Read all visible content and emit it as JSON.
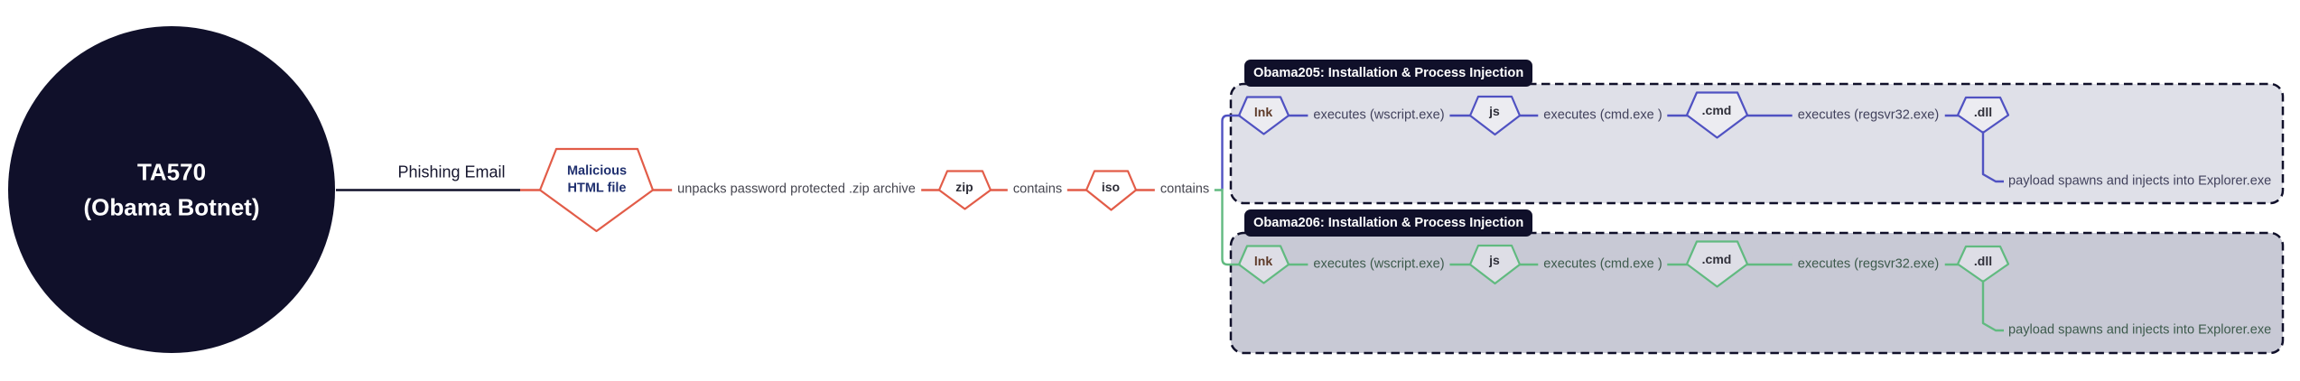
{
  "colors": {
    "background": "#ffffff",
    "white": "#ffffff",
    "dark_navy": "#10102a",
    "salmon": "#e25c48",
    "purple": "#5052c2",
    "green": "#61ba80",
    "group1_bg": "#dfe0e8",
    "group2_bg": "#c8c9d5",
    "navy_text": "#20306f",
    "brown_text": "#5e3a28",
    "diamond_text": "#30303a",
    "edge_label": "#45454f",
    "edge_label_purple": "#41415c",
    "edge_label_green": "#3d5a4c",
    "phishing_label_color": "#16162e"
  },
  "actor": {
    "name_line1": "TA570",
    "name_line2": "(Obama Botnet)"
  },
  "nodes": {
    "malicious_html_line1": "Malicious",
    "malicious_html_line2": "HTML file",
    "zip": "zip",
    "iso": "iso"
  },
  "edges": {
    "phishing": "Phishing Email",
    "unpacks": "unpacks password protected .zip archive",
    "contains1": "contains",
    "contains2": "contains"
  },
  "groups": [
    {
      "title": "Obama205: Installation & Process Injection",
      "theme": "purple",
      "nodes": {
        "lnk": "lnk",
        "js": "js",
        "cmd": ".cmd",
        "dll": ".dll"
      },
      "labels": {
        "exec1": "executes (wscript.exe)",
        "exec2": "executes (cmd.exe )",
        "exec3": "executes (regsvr32.exe)",
        "payload": "payload spawns and injects into Explorer.exe"
      }
    },
    {
      "title": "Obama206: Installation & Process Injection",
      "theme": "green",
      "nodes": {
        "lnk": "lnk",
        "js": "js",
        "cmd": ".cmd",
        "dll": ".dll"
      },
      "labels": {
        "exec1": "executes (wscript.exe)",
        "exec2": "executes (cmd.exe )",
        "exec3": "executes (regsvr32.exe)",
        "payload": "payload spawns and injects into Explorer.exe"
      }
    }
  ]
}
